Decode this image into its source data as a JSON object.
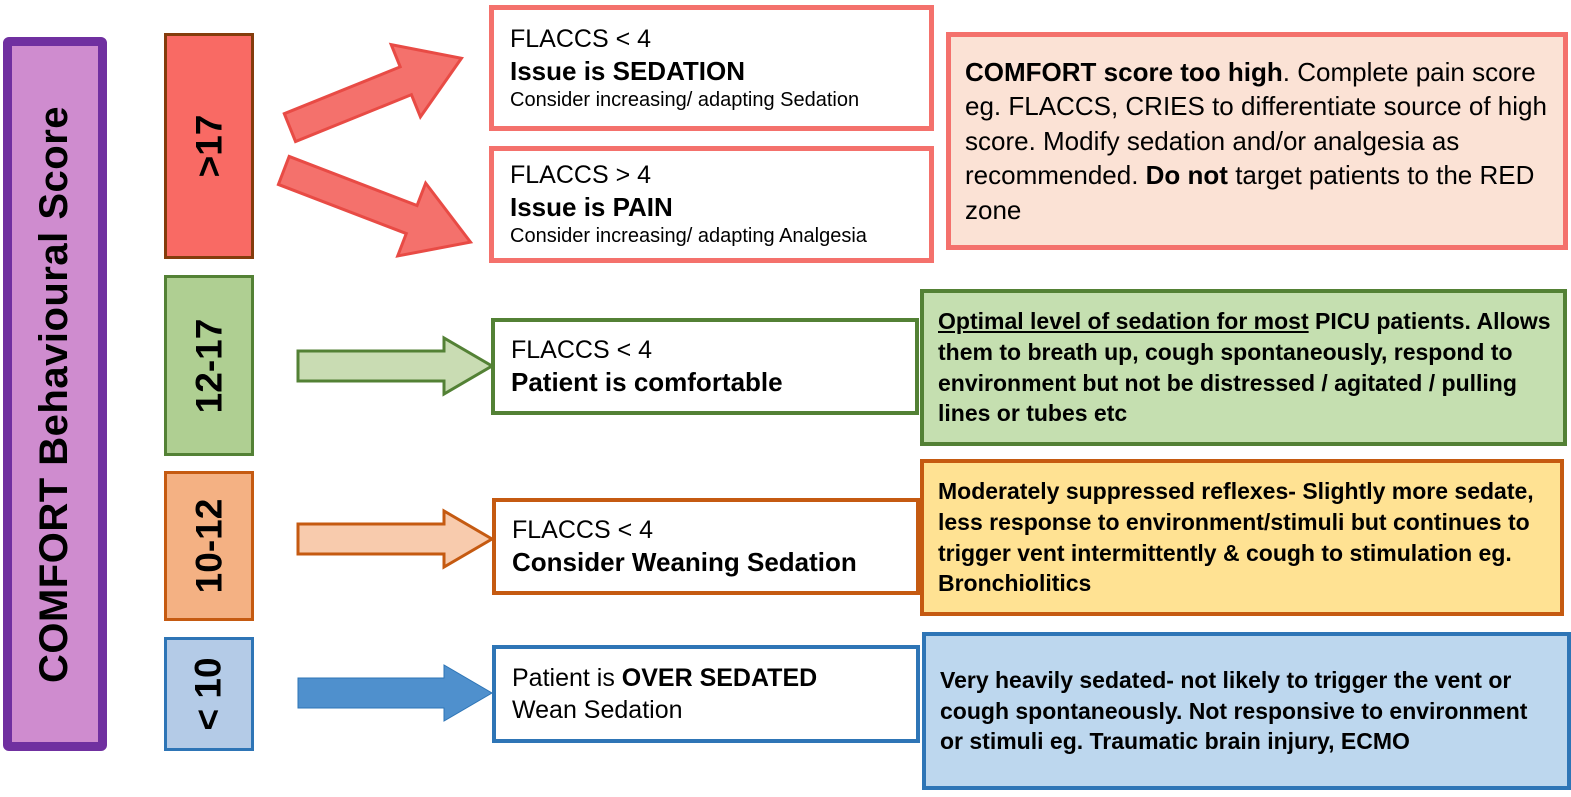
{
  "title_bar": {
    "label": "COMFORT  Behavioural  Score",
    "fill": "#cf8ccf",
    "border": "#7030a0"
  },
  "zones": [
    {
      "id": "red",
      "score_label": ">17",
      "score_fill": "#f96a64",
      "score_border": "#843c0c",
      "arrow_fill": "#f4716c",
      "arrow_border": "#e84b45",
      "detail_border": "#f4716c",
      "panel_fill": "#fbe2d5",
      "panel_border": "#f4716c",
      "details": [
        {
          "top_line": "FLACCS < 4",
          "bold_line": "Issue is SEDATION",
          "small_line": "Consider increasing/ adapting Sedation"
        },
        {
          "top_line": "FLACCS > 4",
          "bold_line": "Issue is PAIN",
          "small_line": "Consider increasing/ adapting Analgesia"
        }
      ],
      "panel_html": "<b>COMFORT score too high</b>. Complete pain score eg. FLACCS, CRIES to differentiate source of high score. Modify sedation and/or analgesia as recommended. <b>Do not</b> target patients to the RED zone"
    },
    {
      "id": "green",
      "score_label": "12-17",
      "score_fill": "#afcf92",
      "score_border": "#538135",
      "arrow_fill": "#c9dcb3",
      "arrow_border": "#538135",
      "detail_border": "#538135",
      "panel_fill": "#c5dfb0",
      "panel_border": "#538135",
      "details": [
        {
          "top_line": "FLACCS < 4",
          "bold_line": "Patient is comfortable",
          "small_line": ""
        }
      ],
      "panel_html": "<u>Optimal level of sedation for most</u> PICU patients. Allows them to breath up, cough spontaneously, respond to environment but not be distressed / agitated / pulling lines or tubes etc"
    },
    {
      "id": "orange",
      "score_label": "10-12",
      "score_fill": "#f4b183",
      "score_border": "#c55a11",
      "arrow_fill": "#f8cbad",
      "arrow_border": "#c55a11",
      "detail_border": "#c55a11",
      "panel_fill": "#ffe293",
      "panel_border": "#c55a11",
      "details": [
        {
          "top_line": "FLACCS < 4",
          "bold_line": "Consider Weaning Sedation",
          "small_line": ""
        }
      ],
      "panel_html": "Moderately suppressed reflexes- Slightly more sedate, less response to environment/stimuli but continues to trigger vent intermittently &amp; cough to stimulation eg. Bronchiolitics"
    },
    {
      "id": "blue",
      "score_label": "< 10",
      "score_fill": "#b4cbe7",
      "score_border": "#2e75b6",
      "arrow_fill": "#4f90cd",
      "arrow_border": "#2e75b6",
      "detail_border": "#2e75b6",
      "panel_fill": "#bdd7ee",
      "panel_border": "#2e75b6",
      "details": [
        {
          "mixed_line": "Patient is <b>OVER SEDATED</b>",
          "second_line": "Wean Sedation"
        }
      ],
      "panel_html": "Very heavily sedated- not likely to trigger the vent or cough spontaneously. Not responsive to environment or stimuli eg. Traumatic brain injury, ECMO"
    }
  ]
}
